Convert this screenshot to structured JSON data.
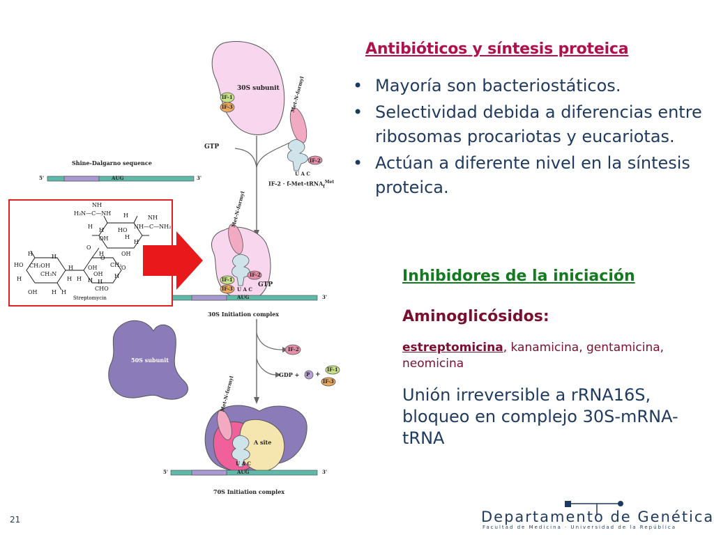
{
  "slide": {
    "title": "Antibióticos y síntesis proteica",
    "bullets": [
      "Mayoría son bacteriostáticos.",
      "Selectividad debida a diferencias entre ribosomas procariotas y eucariotas.",
      "Actúan a diferente nivel en la síntesis proteica."
    ],
    "bullet_symbol": "•",
    "section_heading": "Inhibidores de la iniciación",
    "class_heading": "Aminoglicósidos:",
    "drug_highlight": "estreptomicina",
    "drug_rest": ", kanamicina, gentamicina, neomicina",
    "mechanism": "Unión irreversible a rRNA16S, bloqueo en complejo 30S-mRNA-tRNA",
    "page_number": "21"
  },
  "footer": {
    "department": "Departamento de Genética",
    "faculty": "Facultad de Medicina · Universidad de la República"
  },
  "diagram": {
    "subunit_30s": "30S subunit",
    "if1": "IF-1",
    "if3": "IF-3",
    "if2": "IF-2",
    "met_nformyl": "Met-N-formyl",
    "gtp": "GTP",
    "shine_dalgarno": "Shine-Dalgarno sequence",
    "five_prime": "5'",
    "three_prime": "3'",
    "aug": "AUG",
    "uac": "U A C",
    "if2_complex": "IF-2 · f-Met–tRNA",
    "if2_complex_sub": "f",
    "if2_complex_sup": "Met",
    "initiation_30s": "30S Initiation complex",
    "subunit_50s": "50S subunit",
    "gdp_p": "GDP +",
    "p": "P",
    "plus": "+",
    "a_site": "A site",
    "initiation_70s": "70S Initiation complex"
  },
  "streptomycin": {
    "label": "Streptomycin",
    "atoms": {
      "nh_top": "NH",
      "h2n": "H₂N—C—NH",
      "h_right_top": "H",
      "nh_right": "NH",
      "nh_c_nh2": "NH—C—NH₂",
      "h1": "H",
      "h2": "H",
      "ho": "HO",
      "oh1": "OH",
      "h3": "H",
      "h4": "H",
      "o1": "O",
      "oh2": "OH",
      "h5": "H",
      "h6": "H",
      "h7": "H",
      "o2": "O",
      "ho2": "HO",
      "ch2oh": "CH₂OH",
      "h8": "H",
      "ch3n": "CH₃N",
      "h9": "H",
      "oh3": "OH",
      "ch3": "CH₃",
      "h10": "H",
      "h11": "H",
      "h12": "H",
      "oh4": "OH",
      "h13": "H",
      "o3": "O",
      "h14": "H",
      "cho": "CHO",
      "oh5": "OH",
      "h15": "H",
      "h16": "H"
    }
  },
  "colors": {
    "title": "#b0104e",
    "bullet_text": "#1f3a5f",
    "section_heading": "#137a1f",
    "class_heading": "#7a1030",
    "subunit_30s_fill": "#f7d6ee",
    "subunit_50s_fill": "#8b7bb8",
    "mrna_teal": "#5fb8a8",
    "mrna_purple": "#a89ad0",
    "if1_fill": "#c9e28a",
    "if3_fill": "#e8a860",
    "if2_fill": "#e590a8",
    "arrow_red": "#e8191b"
  }
}
